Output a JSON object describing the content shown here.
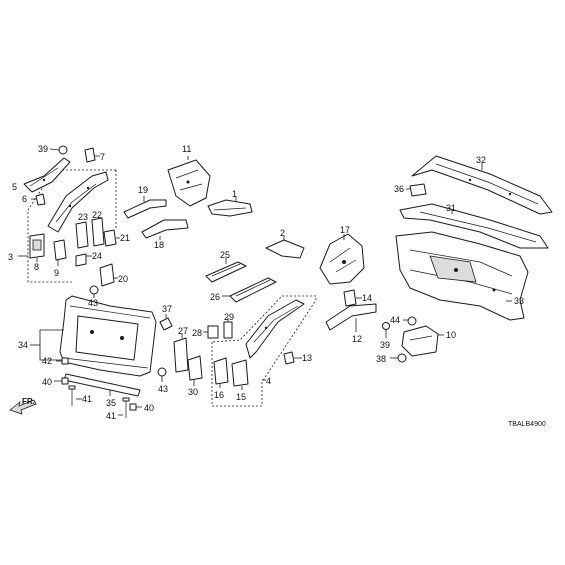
{
  "diagram_code": "TBALB4900",
  "direction_label": "FR.",
  "callouts": {
    "c1": "1",
    "c2": "2",
    "c3": "3",
    "c4": "4",
    "c5": "5",
    "c6": "6",
    "c7": "7",
    "c8": "8",
    "c9": "9",
    "c10": "10",
    "c11": "11",
    "c12": "12",
    "c13": "13",
    "c14": "14",
    "c15": "15",
    "c16": "16",
    "c17": "17",
    "c18": "18",
    "c19": "19",
    "c20": "20",
    "c21": "21",
    "c22": "22",
    "c23": "23",
    "c24": "24",
    "c25": "25",
    "c26": "26",
    "c27": "27",
    "c28": "28",
    "c29": "29",
    "c30": "30",
    "c31": "31",
    "c32": "32",
    "c33": "33",
    "c34": "34",
    "c35": "35",
    "c36": "36",
    "c37": "37",
    "c38": "38",
    "c39a": "39",
    "c39b": "39",
    "c40a": "40",
    "c40b": "40",
    "c41a": "41",
    "c41b": "41",
    "c42": "42",
    "c43a": "43",
    "c43b": "43",
    "c44": "44"
  }
}
